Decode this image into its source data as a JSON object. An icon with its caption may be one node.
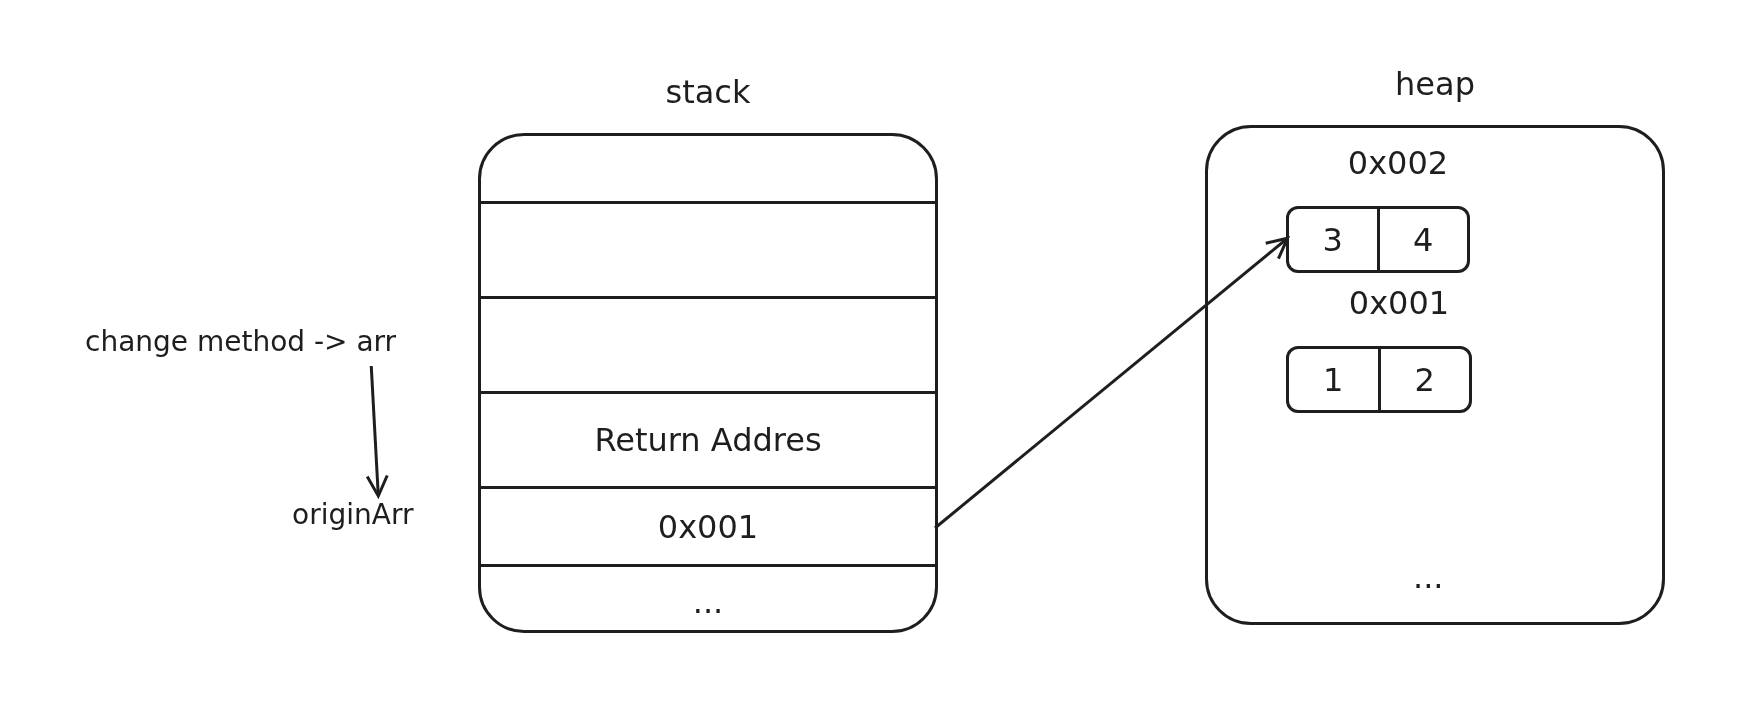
{
  "diagram": {
    "nodes": [
      {
        "text": [
          "stack"
        ]
      },
      {
        "text": [],
        "shape": "box",
        "in": 0
      },
      {
        "text": [],
        "shape": "box",
        "in": 0
      },
      {
        "text": [],
        "shape": "box",
        "in": 0
      },
      {
        "text": [
          "Return Addres"
        ],
        "in": 0
      },
      {
        "text": [
          "0x001"
        ],
        "in": 0
      },
      {
        "text": [
          "..."
        ],
        "in": 0
      },
      {
        "text": [
          "heap"
        ]
      },
      {
        "text": [
          "3",
          "4"
        ],
        "in": 7,
        "beside": [
          "0x002"
        ]
      },
      {
        "text": [
          "1",
          "2"
        ],
        "in": 7,
        "beside": [
          "0x001"
        ]
      },
      {
        "text": [
          "change method -> arr"
        ]
      },
      {
        "text": [
          "originArr"
        ]
      }
    ],
    "edges": [
      {
        "from": 5,
        "to": 8,
        "arrow": "to"
      },
      {
        "from": 10,
        "to": 11,
        "arrow": "to"
      }
    ],
    "labels": [
      "..."
    ]
  }
}
